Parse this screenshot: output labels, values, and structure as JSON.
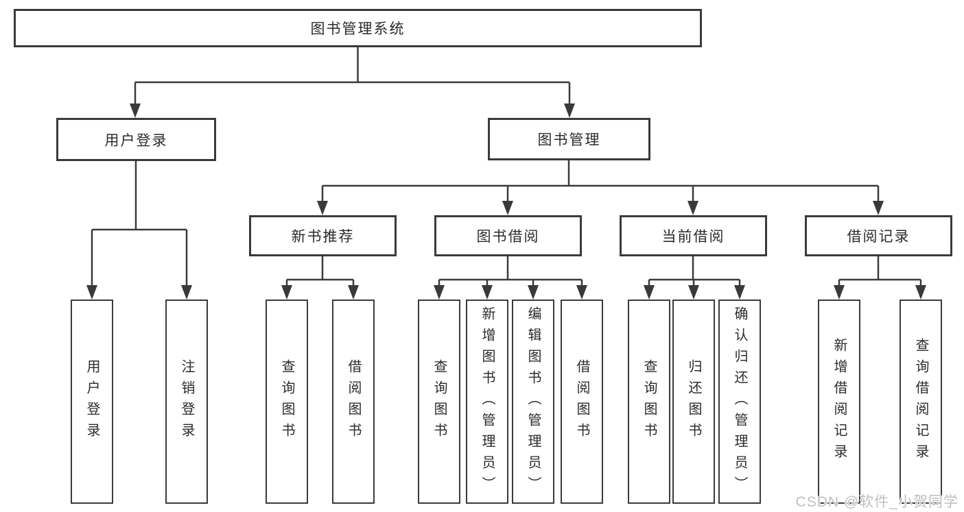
{
  "tree": {
    "label": "图书管理系统",
    "children": [
      {
        "label": "用户登录",
        "children": [
          {
            "label": "用户登录"
          },
          {
            "label": "注销登录"
          }
        ]
      },
      {
        "label": "图书管理",
        "children": [
          {
            "label": "新书推荐",
            "children": [
              {
                "label": "查询图书"
              },
              {
                "label": "借阅图书"
              }
            ]
          },
          {
            "label": "图书借阅",
            "children": [
              {
                "label": "查询图书"
              },
              {
                "label": "新增图书（管理员）"
              },
              {
                "label": "编辑图书（管理员）"
              },
              {
                "label": "借阅图书"
              }
            ]
          },
          {
            "label": "当前借阅",
            "children": [
              {
                "label": "查询图书"
              },
              {
                "label": "归还图书"
              },
              {
                "label": "确认归还（管理员）"
              }
            ]
          },
          {
            "label": "借阅记录",
            "children": [
              {
                "label": "新增借阅记录"
              },
              {
                "label": "查询借阅记录"
              }
            ]
          }
        ]
      }
    ]
  },
  "watermark": "CSDN @软件_小贺同学",
  "colors": {
    "line": "#3a3a3a",
    "text": "#2b2b2b",
    "watermark": "#bfbfbf",
    "background": "#ffffff"
  }
}
